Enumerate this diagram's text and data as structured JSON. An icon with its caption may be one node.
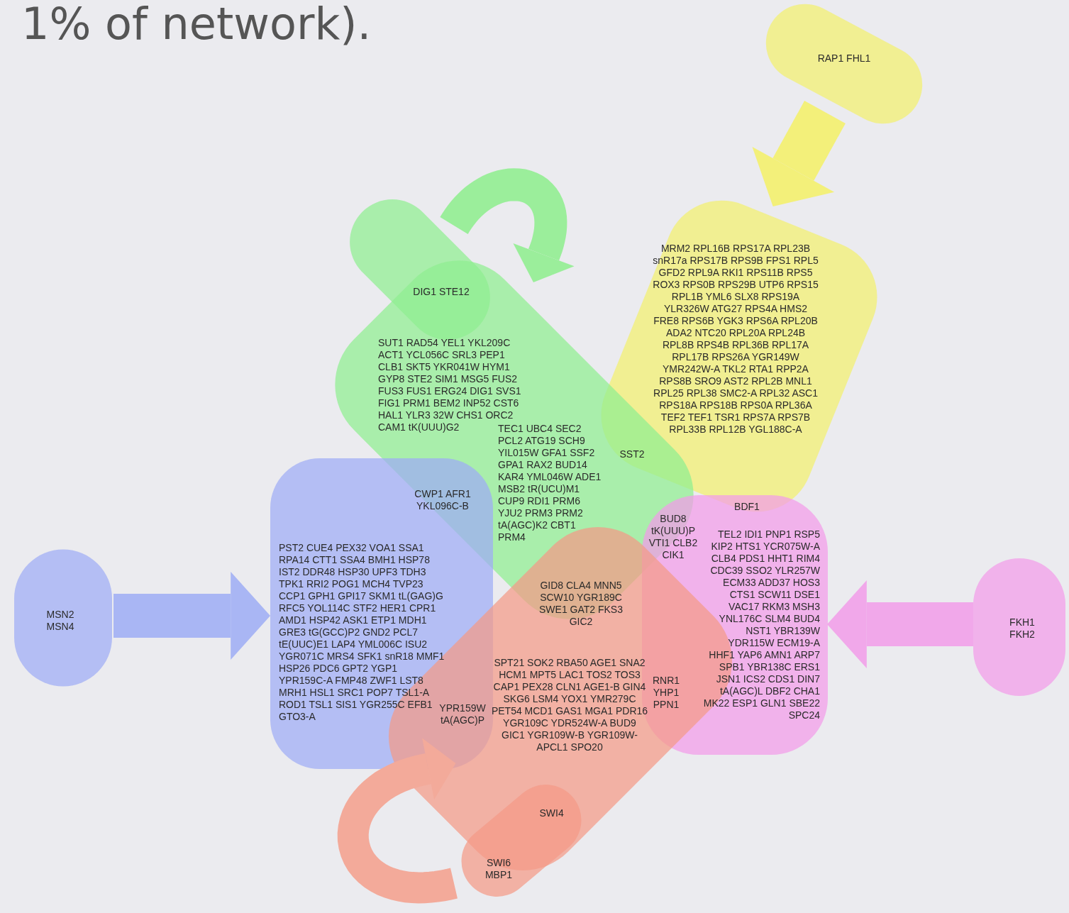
{
  "diagram": {
    "title": "1% of network).",
    "nodes": [
      {
        "text": [
          "RAP1 FHL1"
        ]
      },
      {
        "text": [
          "MRM2 RPL16B RPS17A RPL23B snR17a RPS17B RPS9B FPS1 RPL5 GFD2 RPL9A RKI1 RPS11B RPS5 ROX3 RPS0B RPS29B UTP6 RPS15 RPL1B YML6 SLX8 RPS19A YLR326W ATG27 RPS4A HMS2 FRE8 RPS6B YGK3 RPS6A RPL20B ADA2 NTC20 RPL20A RPL24B RPL8B RPS4B RPL36B RPL17A RPL17B RPS26A YGR149W YMR242W-A TKL2 RTA1 RPP2A RPS8B SRO9 AST2 RPL2B MNL1 RPL25 RPL38 SMC2-A RPL32 ASC1 RPS18A RPS18B RPS0A RPL36A TEF2 TEF1 TSR1 RPS7A RPS7B RPL33B RPL12B YGL188C-A"
        ]
      },
      {
        "text": [
          "DIG1 STE12"
        ]
      },
      {
        "text": [
          "SUT1 RAD54 YEL1 YKL209C ACT1 YCL056C SRL3 PEP1 CLB1 SKT5 YKR041W HYM1 GYP8 STE2 SIM1 MSG5 FUS2 FUS3 FUS1 ERG24 DIG1 SVS1 FIG1 PRM1 BEM2 INP52 CST6 HAL1 YLR3 32W CHS1 ORC2 CAM1 tK(UUU)G2",
          "TEC1 UBC4 SEC2 PCL2 ATG19 SCH9 YIL015W GFA1 SSF2 GPA1 RAX2 BUD14 KAR4 YML046W ADE1 MSB2 tR(UCU)M1 CUP9 RDI1 PRM6 YJU2 PRM3 PRM2 tA(AGC)K2 CBT1 PRM4"
        ]
      },
      {
        "text": [
          "MSN2 MSN4"
        ]
      },
      {
        "text": [
          "PST2 CUE4 PEX32 VOA1 SSA1 RPA14 CTT1 SSA4 BMH1 HSP78 IST2 DDR48 HSP30 UPF3 TDH3 TPK1 RRI2 POG1 MCH4 TVP23 CCP1 GPH1 GPI17 SKM1 tL(GAG)G RFC5 YOL114C STF2 HER1 CPR1 AMD1 HSP42 ASK1 ETP1 MDH1 GRE3 tG(GCC)P2 GND2 PCL7 tE(UUC)E1 LAP4 YML006C ISU2 YGR071C MRS4 SFK1 snR18 MMF1 HSP26 PDC6 GPT2 YGP1 YPR159C-A FMP48 ZWF1 LST8 MRH1 HSL1 SRC1 POP7 TSL1-A ROD1 TSL1 SIS1 YGR255C EFB1 GTO3-A"
        ]
      },
      {
        "text": [
          "FKH1 FKH2"
        ]
      },
      {
        "text": [
          "TEL2 IDI1 PNP1 RSP5 KIP2 HTS1 YCR075W-A CLB4 PDS1 HHT1 RIM4 CDC39 SSO2 YLR257W ECM33 ADD37 HOS3 CTS1 SCW11 DSE1 VAC17 RKM3 MSH3 YNL176C SLM4 BUD4 NST1 YBR139W YDR115W ECM19-A HHF1 YAP6 AMN1 ARP7 SPB1 YBR138C ERS1 JSN1 ICS2 CDS1 DIN7 tA(AGC)L DBF2 CHA1 MK22 ESP1 GLN1 SBE22 SPC24"
        ]
      },
      {
        "text": [
          "SWI6 MBP1"
        ]
      },
      {
        "text": [
          "SPT21 SOK2 RBA50 AGE1 SNA2 HCM1 MPT5 LAC1 TOS2 TOS3 CAP1 PEX28 CLN1 AGE1-B GIN4 SKG6 LSM4 YOX1 YMR279C PET54 MCD1 GAS1 MGA1 PDR16 YGR109C YDR524W-A BUD9 GIC1 YGR109W-B YGR109W-APCL1 SPO20"
        ]
      },
      {
        "text": [
          "SST2"
        ]
      },
      {
        "text": [
          "CWP1 AFR1 YKL096C-B"
        ]
      },
      {
        "text": [
          "BDF1"
        ]
      },
      {
        "text": [
          "BUD8 tK(UUU)P VTI1 CLB2 CIK1"
        ]
      },
      {
        "text": [
          "GID8 CLA4 MNN5 SCW10 YGR189C SWE1 GAT2 FKS3 GIC2"
        ]
      },
      {
        "text": [
          "YPR159W tA(AGC)P"
        ]
      },
      {
        "text": [
          "RNR1 YHP1 PPN1"
        ]
      },
      {
        "text": [
          "SWI4"
        ],
        "in": 8
      }
    ],
    "edges": [
      {
        "from": 0,
        "to": 1,
        "arrow": "to",
        "color": "#f3f07a"
      },
      {
        "from": 2,
        "to": 3,
        "arrow": "to",
        "color": "#9bee9b"
      },
      {
        "from": 4,
        "to": 5,
        "arrow": "to",
        "color": "#a9b6f4"
      },
      {
        "from": 6,
        "to": 7,
        "arrow": "to",
        "color": "#f1a8ea"
      },
      {
        "from": 8,
        "to": 9,
        "arrow": "to",
        "color": "#f3aa9a"
      }
    ]
  }
}
